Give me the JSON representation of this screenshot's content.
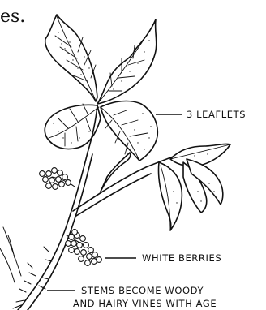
{
  "fragment_text": "es.",
  "labels": {
    "leaflets": "3 LEAFLETS",
    "berries": "WHITE  BERRIES",
    "stems_line1": "STEMS BECOME WOODY",
    "stems_line2": "AND HAIRY VINES WITH AGE"
  },
  "colors": {
    "ink": "#111111",
    "paper": "#ffffff"
  }
}
